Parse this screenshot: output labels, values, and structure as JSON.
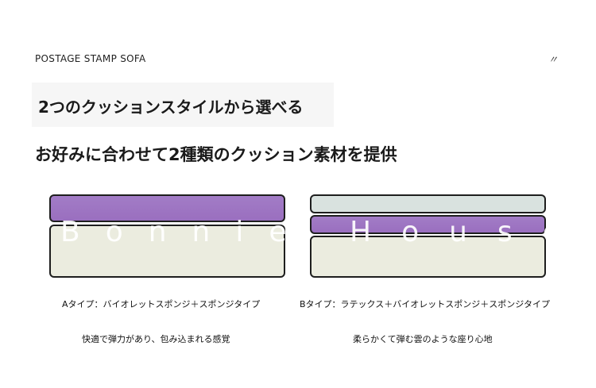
{
  "brand": "POSTAGE STAMP SOFA",
  "quote_mark": "〃",
  "headings": {
    "line1": "2つのクッションスタイルから選べる",
    "line2": "お好みに合わせて2種類のクッション素材を提供"
  },
  "watermark": {
    "left": "Bonnie",
    "right": "House"
  },
  "colors": {
    "violet_sponge": "#9f77c4",
    "regular_sponge": "#ebecdf",
    "latex": "#d9e2df",
    "outline": "#1e1e1e"
  },
  "type_a": {
    "label": "Aタイプ：バイオレットスポンジ＋スポンジタイプ",
    "description": "快適で弾力があり、包み込まれる感覚"
  },
  "type_b": {
    "label": "Bタイプ：ラテックス＋バイオレットスポンジ＋スポンジタイプ",
    "description": "柔らかくて弾む雲のような座り心地"
  }
}
